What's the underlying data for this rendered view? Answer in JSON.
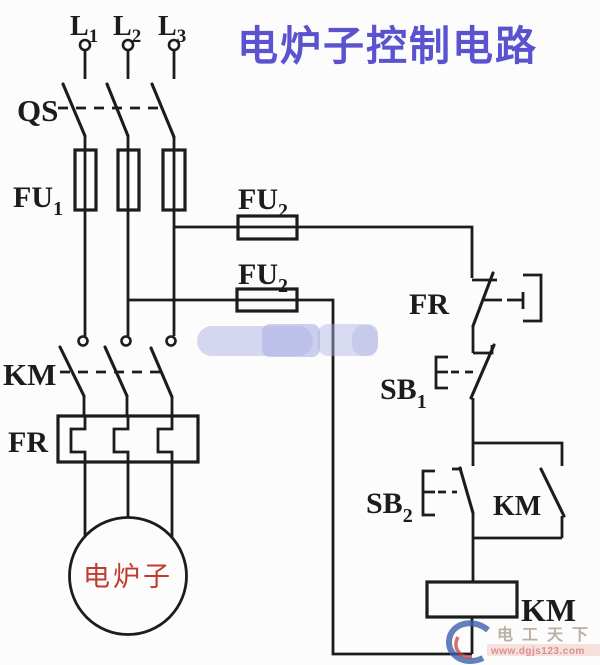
{
  "title": {
    "text": "电炉子控制电路"
  },
  "colors": {
    "background": "#fcfcfc",
    "line": "#1c1c1c",
    "title": "#5a52cf",
    "furnace_text": "#c23a2e",
    "blur": "#aeb2e4",
    "brand_gray": "#b3a89c",
    "url_pink": "#dd8f8c",
    "url_band": "#f3d8d6",
    "logo_blue": "#3c5fae",
    "logo_red": "#c54438"
  },
  "labels": {
    "l1": {
      "base": "L",
      "sub": "1"
    },
    "l2": {
      "base": "L",
      "sub": "2"
    },
    "l3": {
      "base": "L",
      "sub": "3"
    },
    "qs": "QS",
    "fu1": {
      "base": "FU",
      "sub": "1"
    },
    "fu2_top": {
      "base": "FU",
      "sub": "2"
    },
    "fu2_bottom": {
      "base": "FU",
      "sub": "2"
    },
    "km_main": "KM",
    "fr_main": "FR",
    "fr_control": "FR",
    "sb1": {
      "base": "SB",
      "sub": "1"
    },
    "sb2": {
      "base": "SB",
      "sub": "2"
    },
    "km_aux": "KM",
    "km_coil": "KM",
    "furnace": "电炉子"
  },
  "watermark": {
    "brand": "电工天下",
    "url": "www.dgjs123.com"
  }
}
